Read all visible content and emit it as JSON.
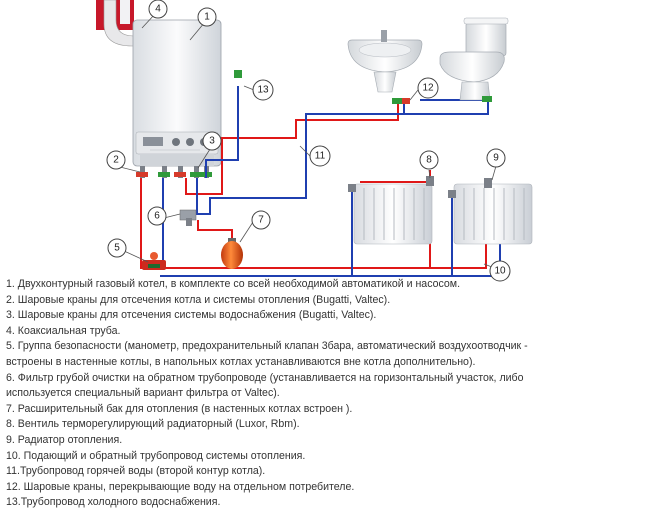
{
  "callouts": {
    "c1": "1",
    "c2": "2",
    "c3": "3",
    "c4": "4",
    "c5": "5",
    "c6": "6",
    "c7": "7",
    "c8": "8",
    "c9": "9",
    "c10": "10",
    "c11": "11",
    "c12": "12",
    "c13": "13"
  },
  "legend": [
    "1. Двухконтурный газовый котел, в комплекте со всей необходимой автоматикой и насосом.",
    "2. Шаровые краны для отсечения котла и системы отопления (Bugatti, Valtec).",
    "3. Шаровые краны для отсечения системы водоснабжения (Bugatti, Valtec).",
    "4. Коаксиальная труба.",
    "5. Группа безопасности (манометр, предохранительный клапан 3бара, автоматический воздухоотводчик -",
    "встроены в настенные котлы, в напольных котлах устанавливаются вне котла дополнительно).",
    "6. Фильтр грубой очистки на обратном трубопроводе (устанавливается на горизонтальный участок, либо",
    "используется специальный вариант фильтра от Valtec).",
    "7. Расширительный бак для отопления (в настенных котлах встроен ).",
    "8. Вентиль терморегулирующий радиаторный (Luxor, Rbm).",
    "9. Радиатор отопления.",
    "10. Подающий и обратный трубопровод системы отопления.",
    "11.Трубопровод горячей воды (второй контур котла).",
    "12. Шаровые краны, перекрывающие воду на отдельном потребителе.",
    "13.Трубопровод холодного водоснабжения."
  ],
  "colors": {
    "hot": "#e01818",
    "cold": "#1f3fb0",
    "flue": "#c0182a"
  }
}
